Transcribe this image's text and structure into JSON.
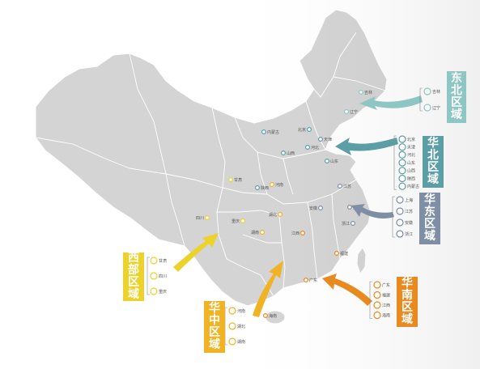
{
  "colors": {
    "northeast": "#8ec6c3",
    "north": "#5b9ea6",
    "east": "#7e8fa5",
    "south": "#e88a1f",
    "central": "#f1b324",
    "southwest": "#ecd22a",
    "land": "#d4d4d4",
    "border": "#ffffff"
  },
  "regions": {
    "northeast": {
      "title": [
        "东",
        "北",
        "区",
        "域"
      ],
      "items": [
        "吉林",
        "辽宁"
      ]
    },
    "north": {
      "title": [
        "华",
        "北",
        "区",
        "域"
      ],
      "items": [
        "北京",
        "天津",
        "河北",
        "山东",
        "山西",
        "陕西",
        "内蒙古"
      ]
    },
    "east": {
      "title": [
        "华",
        "东",
        "区",
        "域"
      ],
      "items": [
        "上海",
        "江苏",
        "安徽",
        "浙江"
      ]
    },
    "south": {
      "title": [
        "华",
        "南",
        "区",
        "域"
      ],
      "items": [
        "广东",
        "福建",
        "江西",
        "海南"
      ]
    },
    "central": {
      "title": [
        "华",
        "中",
        "区",
        "域"
      ],
      "items": [
        "河南",
        "湖北",
        "湖南"
      ]
    },
    "southwest": {
      "title": [
        "西",
        "部",
        "区",
        "域"
      ],
      "items": [
        "甘肃",
        "四川",
        "重庆"
      ]
    }
  },
  "cities": {
    "jilin": "吉林",
    "liaoning": "辽宁",
    "neimenggu": "内蒙古",
    "beijing": "北京",
    "tianjin": "天津",
    "hebei": "河北",
    "shanxi": "山西",
    "shandong": "山东",
    "gansu": "甘肃",
    "shaanxi": "陕西",
    "henan": "河南",
    "jiangsu": "江苏",
    "sichuan": "四川",
    "chongqing": "重庆",
    "hubei": "湖北",
    "anhui": "安徽",
    "shanghai": "上海",
    "zhejiang": "浙江",
    "hunan": "湖南",
    "jiangxi": "江西",
    "fujian": "福建",
    "guangdong": "广东",
    "hainan": "海南"
  }
}
